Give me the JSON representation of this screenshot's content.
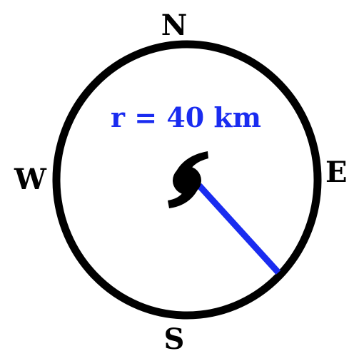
{
  "compass": {
    "north": "N",
    "south": "S",
    "east": "E",
    "west": "W"
  },
  "radius": {
    "label": "r = 40 km",
    "value_km": 40
  },
  "colors": {
    "circle": "#000000",
    "radius_line": "#1a2cf0",
    "radius_label": "#1a2cf0",
    "storm_icon": "#000000"
  },
  "icon": "hurricane-icon"
}
